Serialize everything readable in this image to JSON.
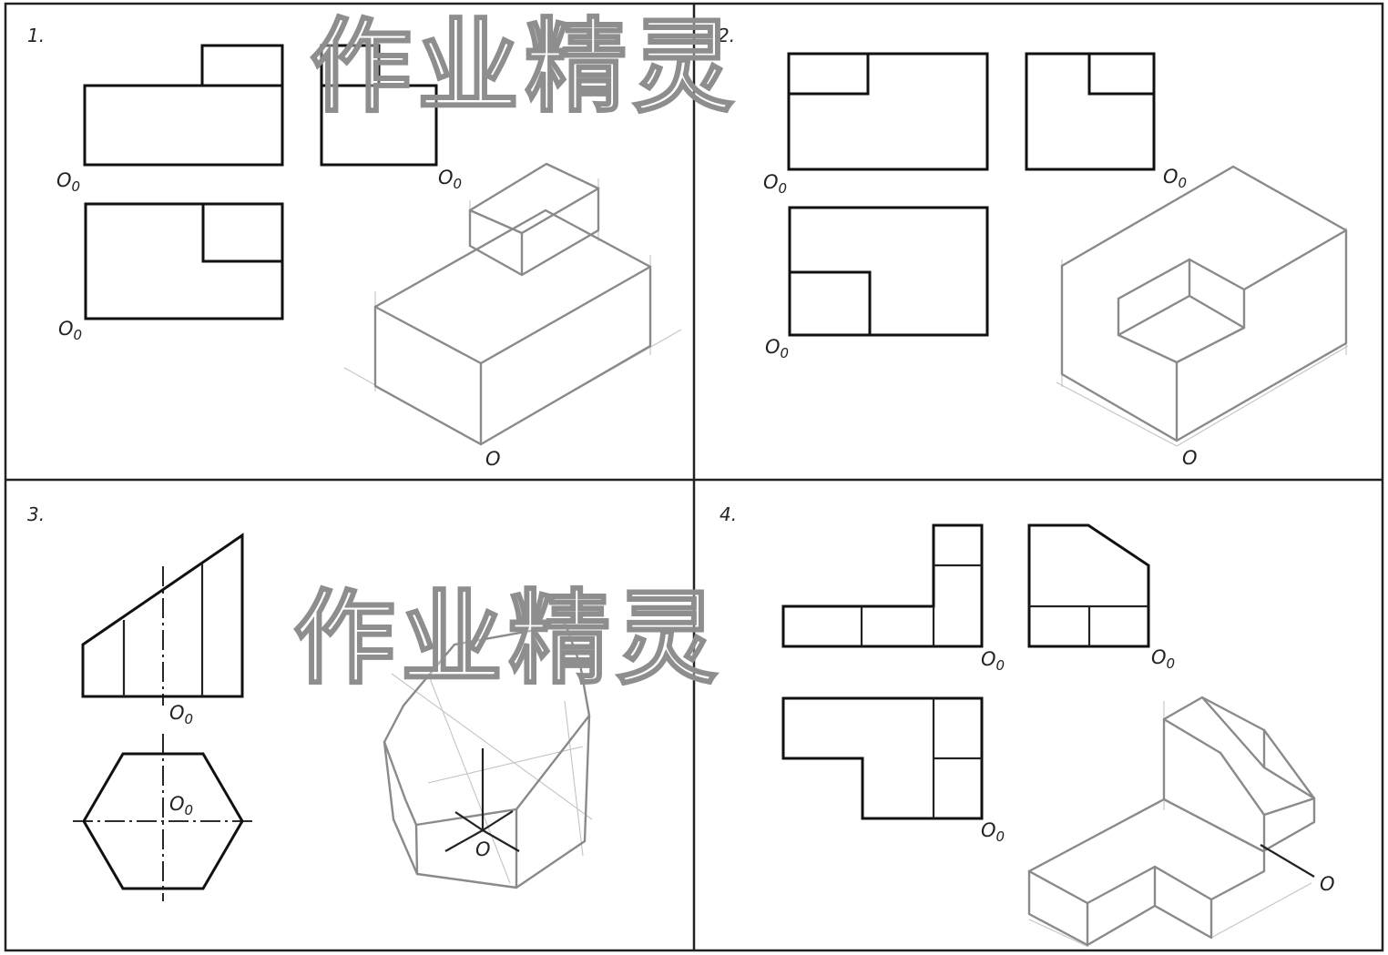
{
  "problems": [
    {
      "number": "1."
    },
    {
      "number": "2."
    },
    {
      "number": "3."
    },
    {
      "number": "4."
    }
  ],
  "labels": {
    "origin_view": "O",
    "origin_view_sub": "0",
    "origin_axonometric": "O"
  },
  "watermark": "作业精灵",
  "colors": {
    "ink": "#111111",
    "sketch": "#8a8a8a",
    "construction": "#c4c4c4"
  }
}
